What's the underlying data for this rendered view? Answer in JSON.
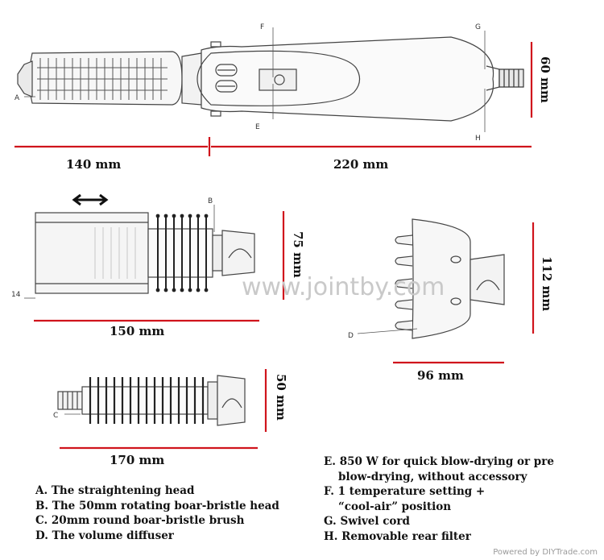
{
  "dimensions": {
    "d1": "140 mm",
    "d2": "220 mm",
    "d3": "60 mm",
    "d4": "75 mm",
    "d5": "150 mm",
    "d6": "112 mm",
    "d7": "96 mm",
    "d8": "50 mm",
    "d9": "170 mm"
  },
  "callouts": {
    "a": "A",
    "b": "B",
    "c": "C",
    "d": "D",
    "e": "E",
    "f": "F",
    "g": "G",
    "h": "H",
    "n14": "14"
  },
  "legend_left": [
    "A. The straightening head",
    "B. The 50mm rotating boar-bristle head",
    "C. 20mm round boar-bristle brush",
    "D. The volume diffuser"
  ],
  "legend_right": [
    "E. 850 W for quick blow-drying or pre",
    "blow-drying, without accessory",
    "F. 1 temperature setting +",
    "“cool-air”  position",
    "G. Swivel cord",
    "H. Removable rear filter"
  ],
  "watermark": "www.jointby.com",
  "credit": "Powered by DIYTrade.com",
  "colors": {
    "dimension_line": "#d0141c",
    "outline": "#444444",
    "bristle": "#222222"
  }
}
